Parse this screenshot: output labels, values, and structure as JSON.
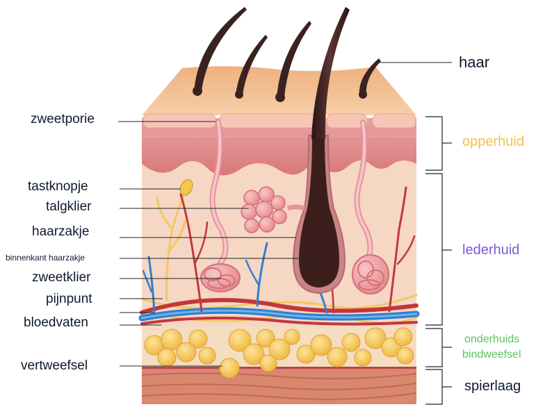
{
  "labels": {
    "haar": "haar",
    "zweetporie": "zweetporie",
    "tastknopje": "tastknopje",
    "talgklier": "talgklier",
    "haarzakje": "haarzakje",
    "binnenkant_haarzakje": "binnenkant haarzakje",
    "zweetklier": "zweetklier",
    "pijnpunt": "pijnpunt",
    "bloedvaten": "bloedvaten",
    "vertweefsel": "vertweefsel"
  },
  "layers": {
    "opperhuid": "opperhuid",
    "lederhuid": "lederhuid",
    "onderhuids_line1": "onderhuids",
    "onderhuids_line2": "bindweefsel",
    "spierlaag": "spierlaag"
  },
  "colors": {
    "opperhuid": "#f2c14e",
    "lederhuid": "#7b5bd6",
    "onderhuids": "#5cc25c",
    "text": "#0d1a2e",
    "vein": "#2f7fd0",
    "artery": "#c2373c",
    "nerve": "#f0c860",
    "fat": "#f3c04a",
    "hair": "#3a2220"
  }
}
